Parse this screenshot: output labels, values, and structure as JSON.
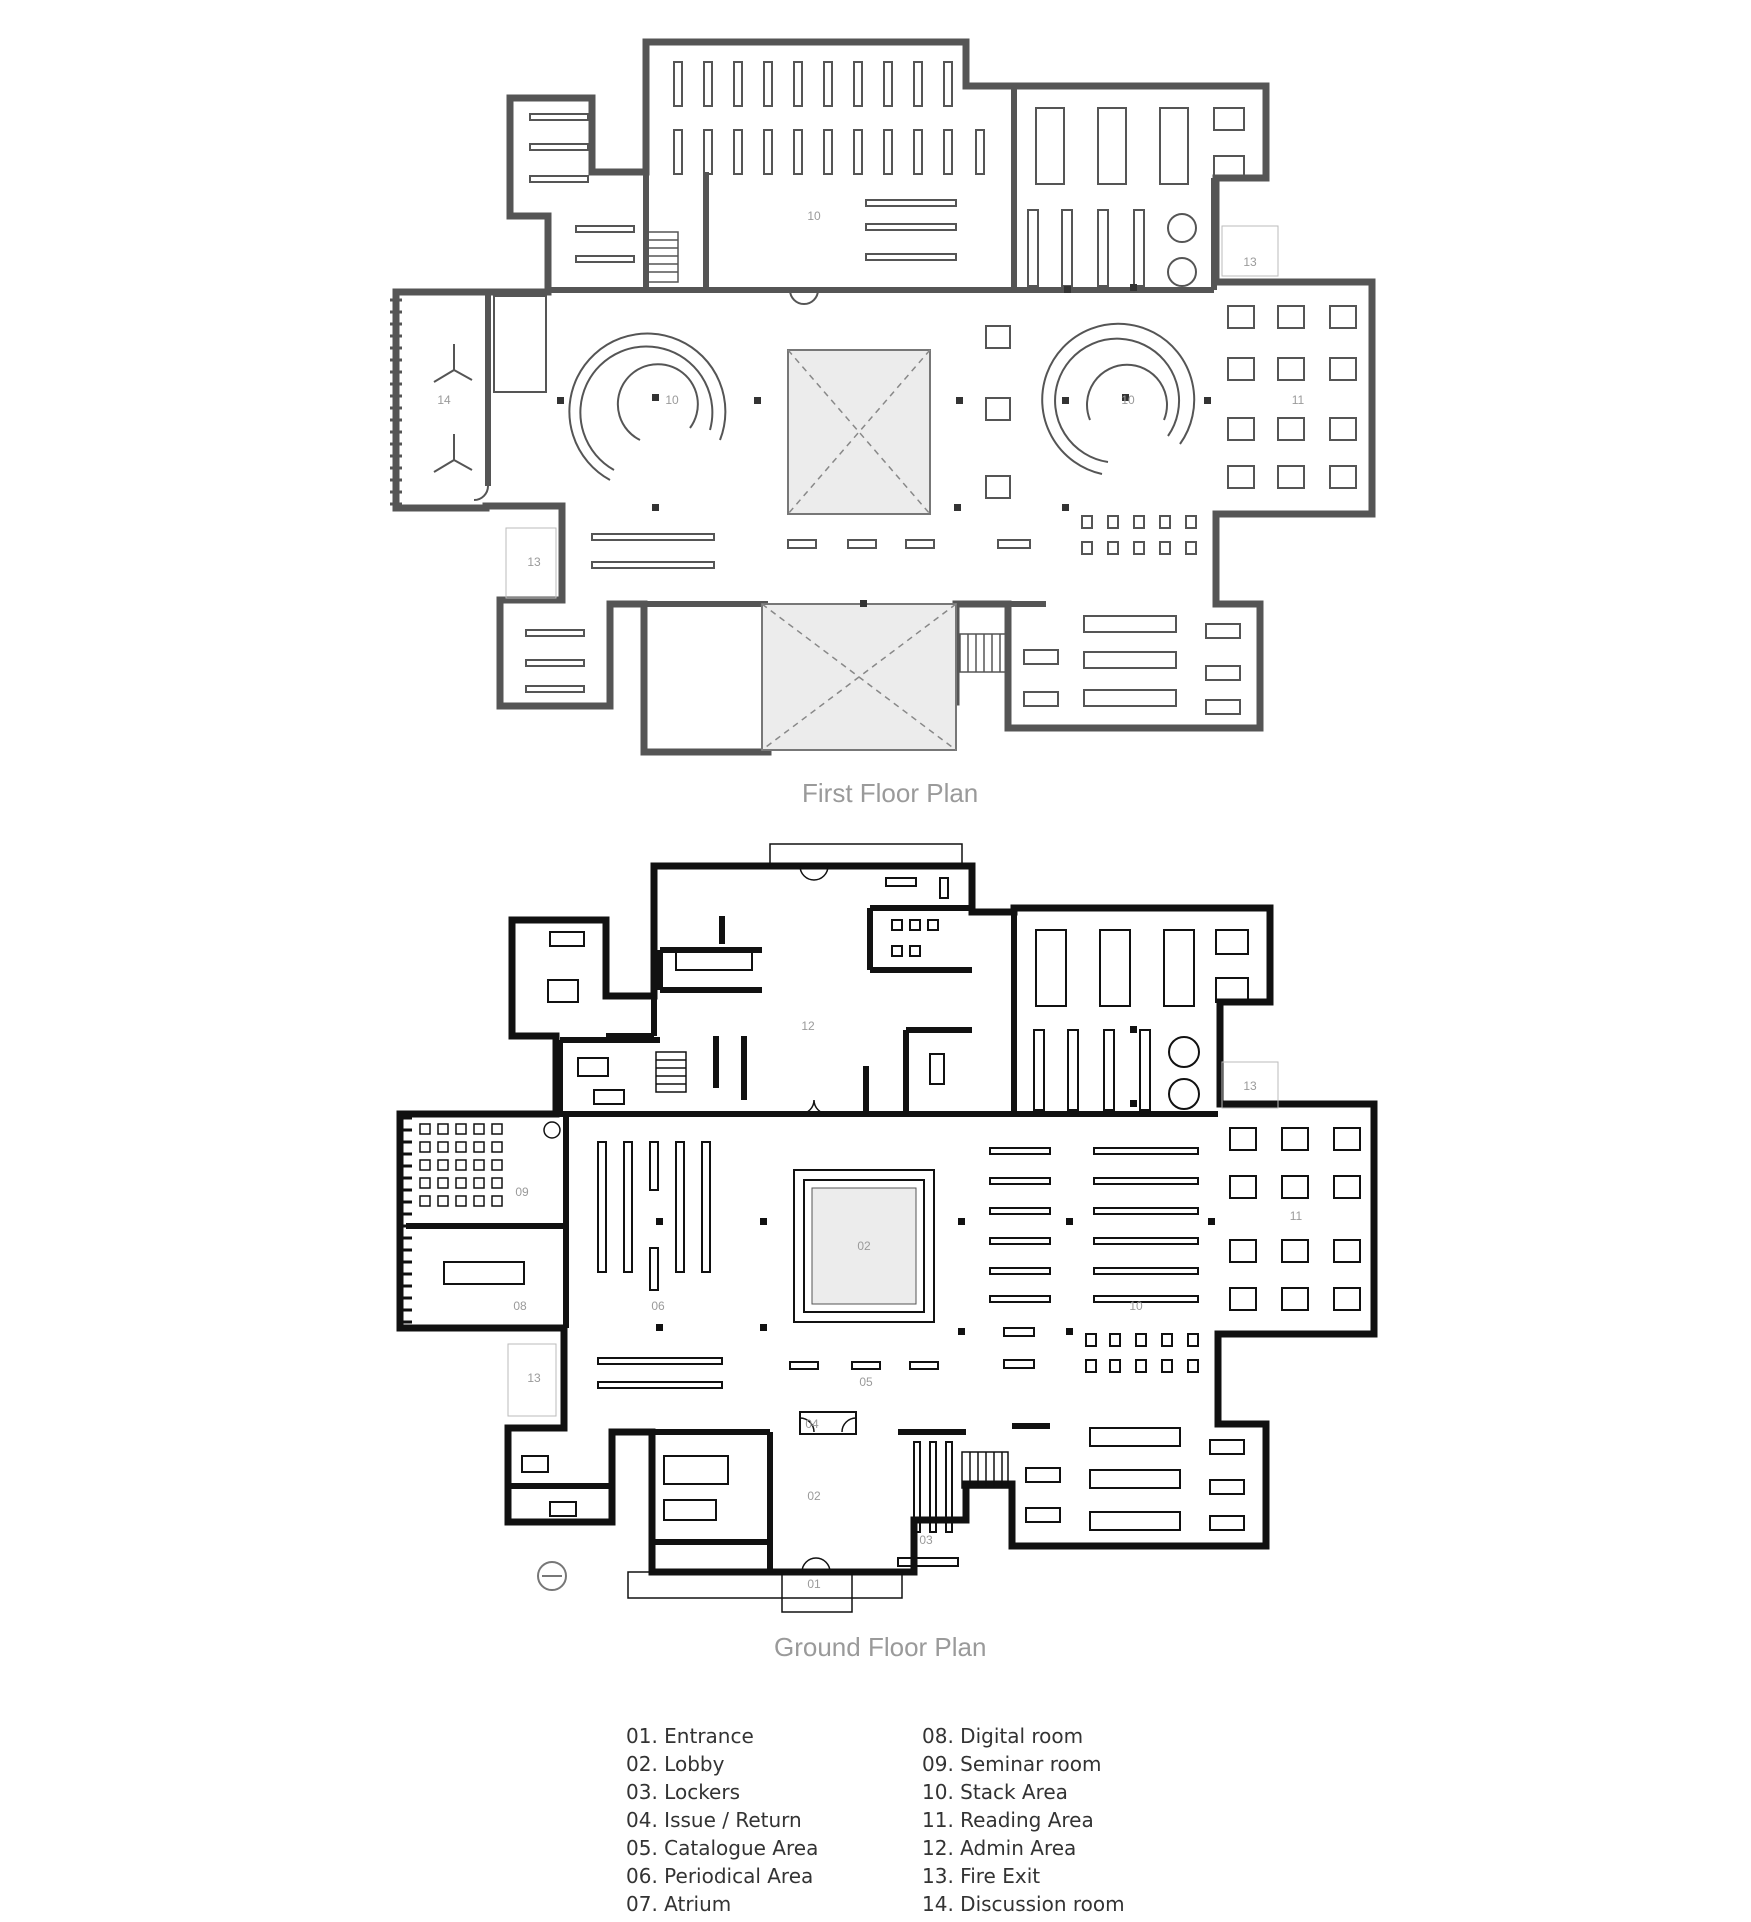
{
  "plans": {
    "first_floor": {
      "title": "First Floor Plan",
      "room_labels": [
        "10",
        "10",
        "10",
        "11",
        "13",
        "13",
        "14"
      ]
    },
    "ground_floor": {
      "title": "Ground Floor Plan",
      "room_labels": [
        "12",
        "13",
        "13",
        "09",
        "08",
        "06",
        "02",
        "05",
        "10",
        "11",
        "04",
        "02",
        "03",
        "01"
      ]
    }
  },
  "legend": {
    "left": [
      "01. Entrance",
      "02. Lobby",
      "03. Lockers",
      "04. Issue / Return",
      "05. Catalogue Area",
      "06. Periodical Area",
      "07. Atrium"
    ],
    "right": [
      "08. Digital room",
      "09. Seminar room",
      "10. Stack Area",
      "11. Reading Area",
      "12. Admin Area",
      "13. Fire Exit",
      "14. Discussion room"
    ]
  },
  "colors": {
    "first_floor_wall": "#555555",
    "ground_floor_wall": "#111111",
    "atrium_fill": "#ececec",
    "label_grey": "#9a9a9a"
  }
}
